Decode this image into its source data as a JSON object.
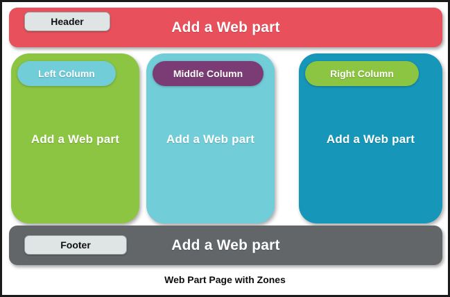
{
  "caption": "Web Part Page with Zones",
  "colors": {
    "header_band": "#E8505B",
    "footer_band": "#636669",
    "left_column": "#8CC541",
    "middle_column": "#71CDD8",
    "right_column": "#1696B8",
    "left_pill": "#71CDD8",
    "middle_pill": "#7B3B74",
    "right_pill": "#8CC541",
    "chip_background": "#DFE4E4",
    "chip_text": "#101010",
    "zone_text": "#FFFFFF",
    "page_border": "#1A1A1A"
  },
  "zones": {
    "header": {
      "chip_label": "Header",
      "action_label": "Add a Web part"
    },
    "left_column": {
      "pill_label": "Left Column",
      "action_label": "Add a Web part"
    },
    "middle_column": {
      "pill_label": "Middle Column",
      "action_label": "Add a Web part"
    },
    "right_column": {
      "pill_label": "Right Column",
      "action_label": "Add a Web part"
    },
    "footer": {
      "chip_label": "Footer",
      "action_label": "Add a Web part"
    }
  }
}
